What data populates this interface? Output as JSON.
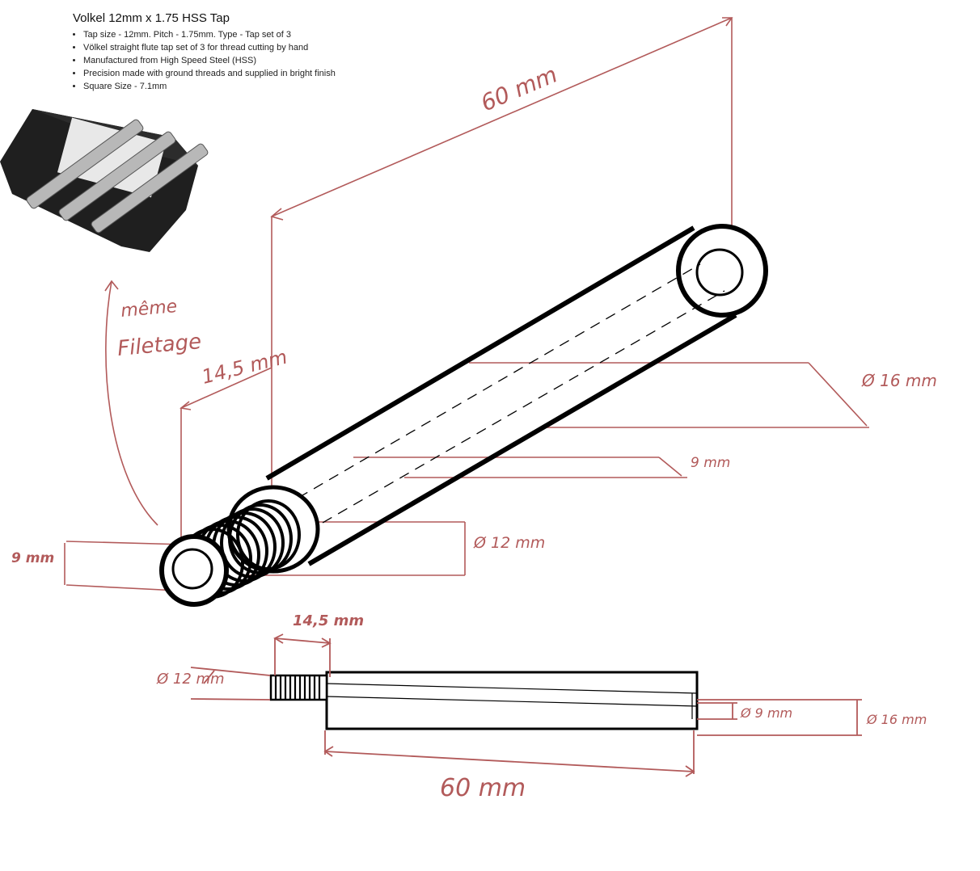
{
  "product": {
    "title": "Volkel 12mm x 1.75 HSS Tap",
    "features": [
      "Tap size - 12mm. Pitch - 1.75mm. Type - Tap set of 3",
      "Völkel straight flute tap set of 3 for thread cutting by hand",
      "Manufactured from High Speed Steel (HSS)",
      "Precision made with ground threads and supplied in bright finish",
      "Square Size - 7.1mm"
    ]
  },
  "annotations": {
    "length_iso": "60 mm",
    "thread_note_line1": "même",
    "thread_note_line2": "Filetage",
    "thread_length_iso": "14,5 mm",
    "outer_diameter": "Ø 16 mm",
    "inner_bore_iso": "9 mm",
    "thread_diameter_iso": "Ø 12 mm",
    "bore_end": "9 mm",
    "thread_length_side": "14,5 mm",
    "thread_diameter_side": "Ø 12 mm",
    "bore_side": "Ø 9 mm",
    "outer_side": "Ø 16 mm",
    "length_side": "60 mm"
  },
  "colors": {
    "annotation": "#b25a5a",
    "part_outline": "#000000"
  }
}
